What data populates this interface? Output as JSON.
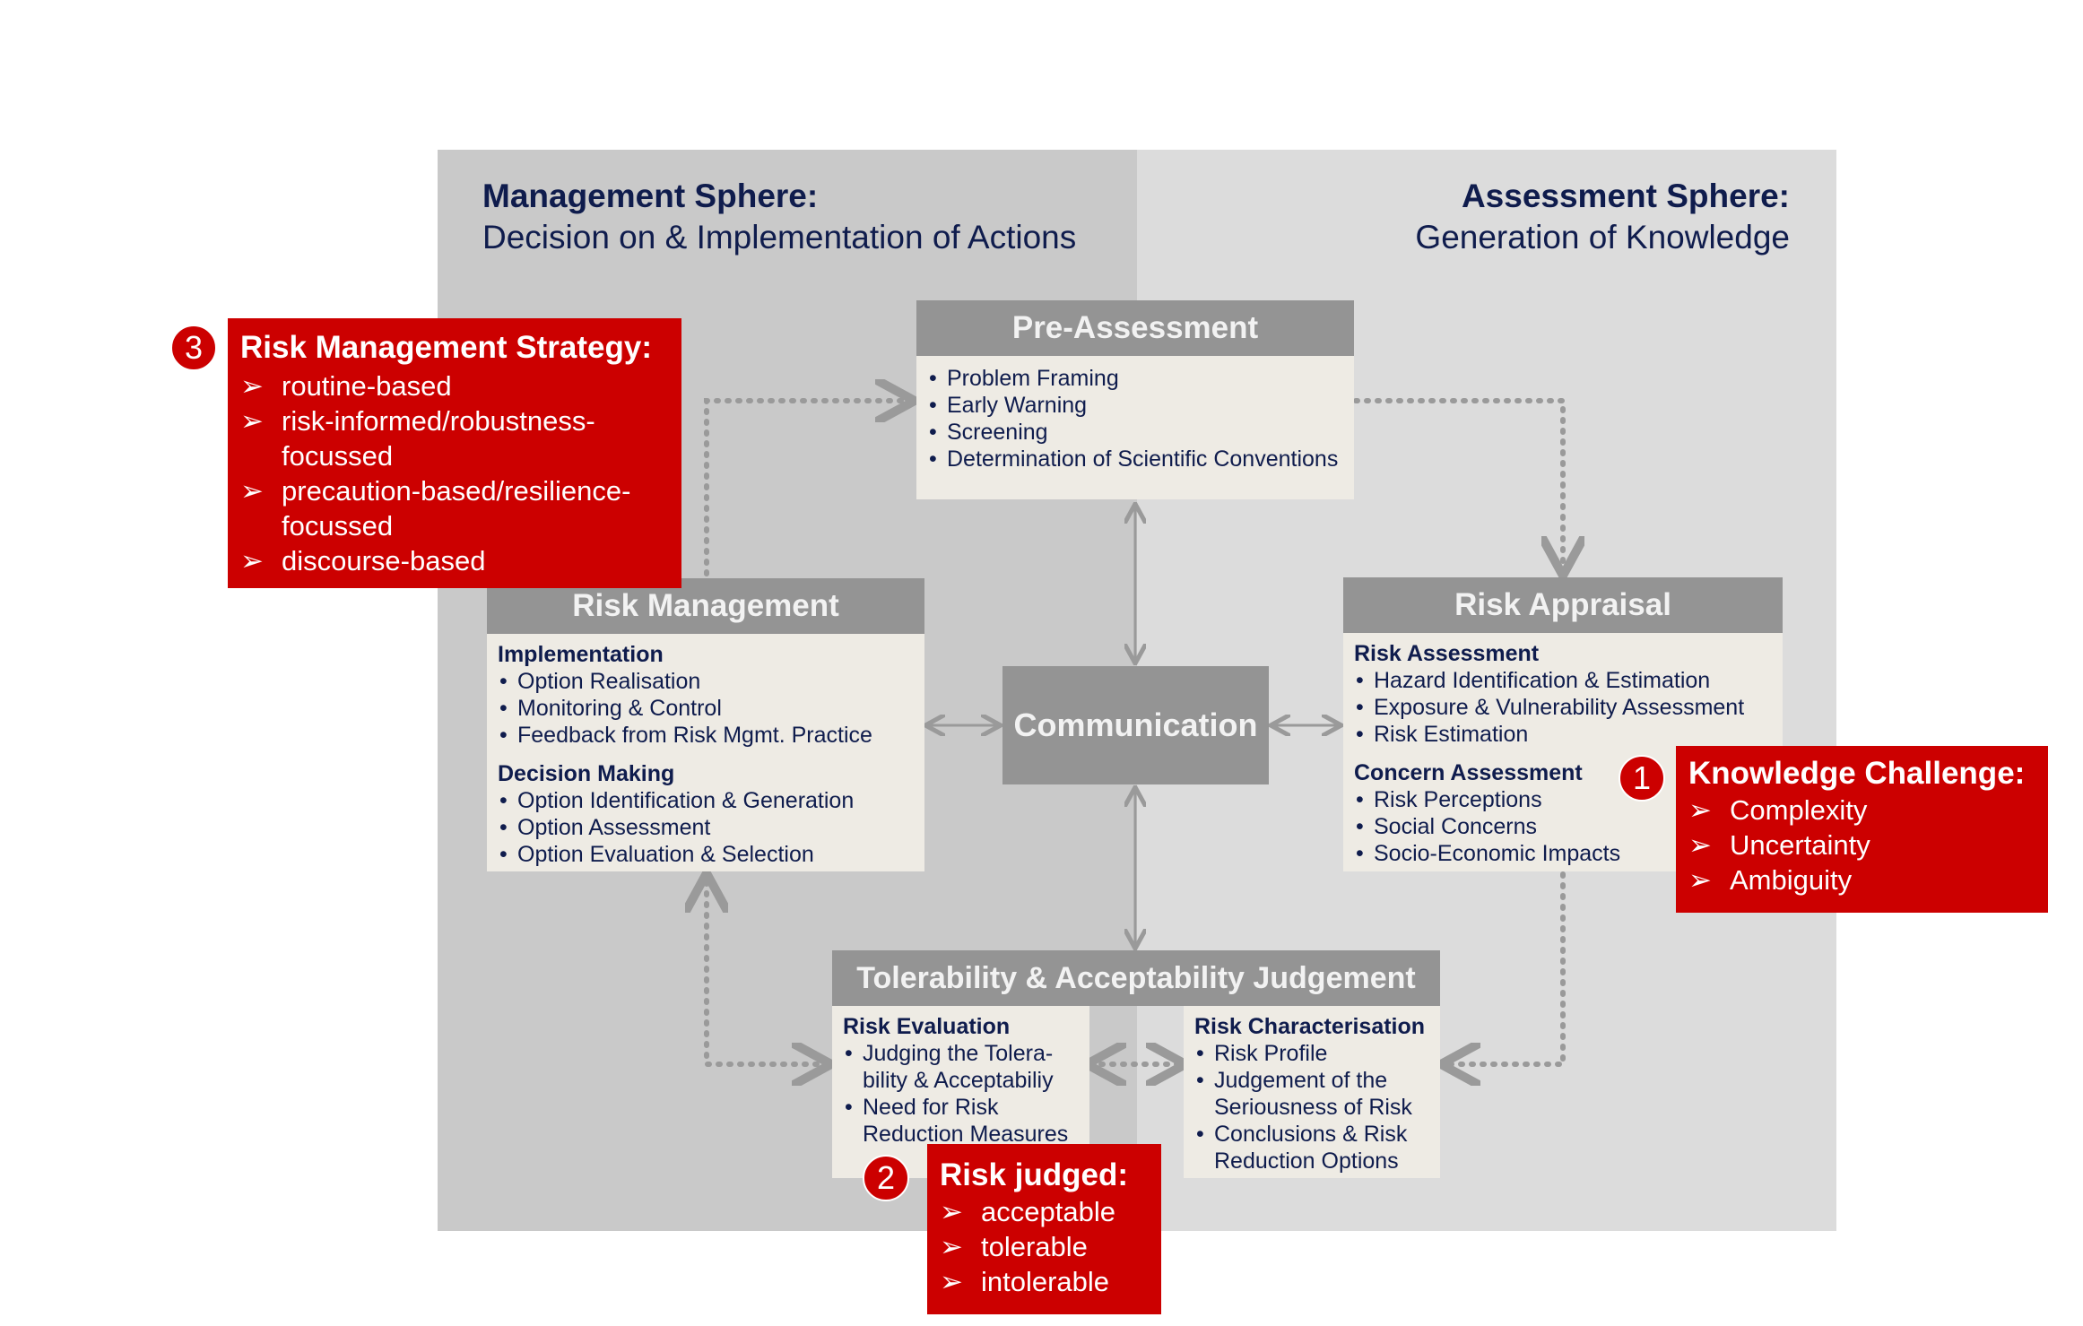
{
  "management_sphere": {
    "title": "Management Sphere:",
    "subtitle": "Decision on & Implementation of Actions"
  },
  "assessment_sphere": {
    "title": "Assessment Sphere:",
    "subtitle": "Generation of Knowledge"
  },
  "pre_assessment": {
    "title": "Pre-Assessment",
    "items": [
      "Problem Framing",
      "Early Warning",
      "Screening",
      "Determination of Scientific Conventions"
    ]
  },
  "risk_management": {
    "title": "Risk Management",
    "sections": [
      {
        "heading": "Implementation",
        "items": [
          "Option Realisation",
          "Monitoring & Control",
          "Feedback from Risk Mgmt. Practice"
        ]
      },
      {
        "heading": "Decision Making",
        "items": [
          "Option Identification & Generation",
          "Option Assessment",
          "Option Evaluation & Selection"
        ]
      }
    ]
  },
  "risk_appraisal": {
    "title": "Risk Appraisal",
    "sections": [
      {
        "heading": "Risk Assessment",
        "items": [
          "Hazard Identification & Estimation",
          "Exposure & Vulnerability Assessment",
          "Risk Estimation"
        ]
      },
      {
        "heading": "Concern Assessment",
        "items": [
          "Risk Perceptions",
          "Social Concerns",
          "Socio-Economic Impacts"
        ]
      }
    ]
  },
  "communication": {
    "label": "Communication"
  },
  "tolerability": {
    "title": "Tolerability & Acceptability Judgement",
    "evaluation": {
      "heading": "Risk Evaluation",
      "items": [
        "Judging the Tolera-bility & Acceptabiliy",
        "Need for Risk Reduction Measures"
      ]
    },
    "characterisation": {
      "heading": "Risk Characterisation",
      "items": [
        "Risk Profile",
        "Judgement of the Seriousness of Risk",
        "Conclusions & Risk Reduction Options"
      ]
    }
  },
  "callouts": {
    "strategy": {
      "number": "3",
      "title": "Risk Management Strategy:",
      "items": [
        "routine-based",
        "risk-informed/robustness-focussed",
        "precaution-based/resilience-focussed",
        "discourse-based"
      ]
    },
    "knowledge": {
      "number": "1",
      "title": "Knowledge Challenge:",
      "items": [
        "Complexity",
        "Uncertainty",
        "Ambiguity"
      ]
    },
    "judged": {
      "number": "2",
      "title": "Risk judged:",
      "items": [
        "acceptable",
        "tolerable",
        "intolerable"
      ]
    }
  },
  "colors": {
    "management_bg": "#c9c9c9",
    "assessment_bg": "#dcdcdc",
    "box_header": "#949494",
    "box_body": "#eeebe4",
    "callout_red": "#cc0000",
    "text_navy": "#0f1c4d",
    "arrow_gray": "#9a9a9a"
  },
  "icons": {
    "bullet_arrow": "➢"
  }
}
